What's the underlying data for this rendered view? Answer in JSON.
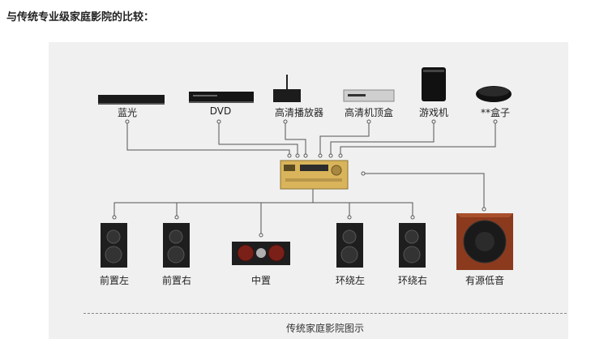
{
  "heading": "与传统专业级家庭影院的比较：",
  "sources": [
    {
      "label": "蓝光"
    },
    {
      "label": "DVD"
    },
    {
      "label": "高清播放器"
    },
    {
      "label": "高清机顶盒"
    },
    {
      "label": "游戏机"
    },
    {
      "label": "**盒子"
    }
  ],
  "speakers": [
    {
      "label": "前置左"
    },
    {
      "label": "前置右"
    },
    {
      "label": "中置"
    },
    {
      "label": "环绕左"
    },
    {
      "label": "环绕右"
    },
    {
      "label": "有源低音"
    }
  ],
  "caption": "传统家庭影院图示",
  "colors": {
    "panel": "#f0f0f0",
    "line": "#555555",
    "amp_gold": "#d9b45a",
    "sub_wood": "#8b3a1e"
  }
}
